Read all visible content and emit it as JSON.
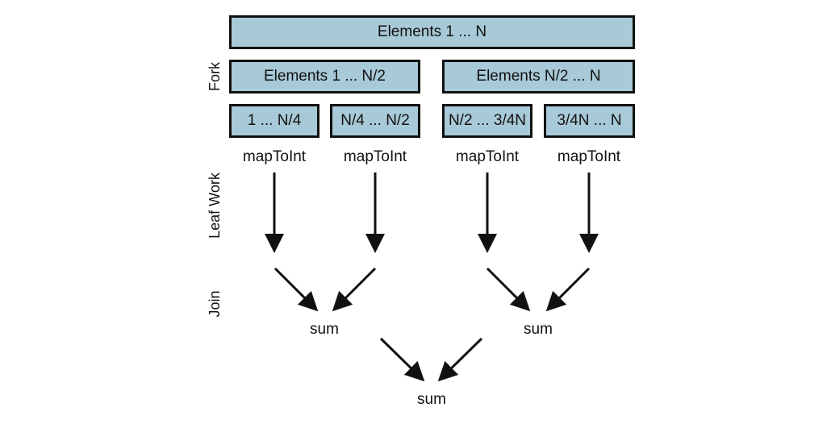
{
  "sections": {
    "fork": "Fork",
    "leaf_work": "Leaf Work",
    "join": "Join"
  },
  "boxes": {
    "level0": "Elements 1 ... N",
    "level1_left": "Elements 1 ... N/2",
    "level1_right": "Elements N/2 ... N",
    "level2_a": "1 ... N/4",
    "level2_b": "N/4 ... N/2",
    "level2_c": "N/2 ... 3/4N",
    "level2_d": "3/4N ... N"
  },
  "leaf_ops": [
    "mapToInt",
    "mapToInt",
    "mapToInt",
    "mapToInt"
  ],
  "join_results": {
    "left": "sum",
    "right": "sum",
    "final": "sum"
  },
  "colors": {
    "box_fill": "#a8c9d8",
    "stroke": "#111111"
  }
}
